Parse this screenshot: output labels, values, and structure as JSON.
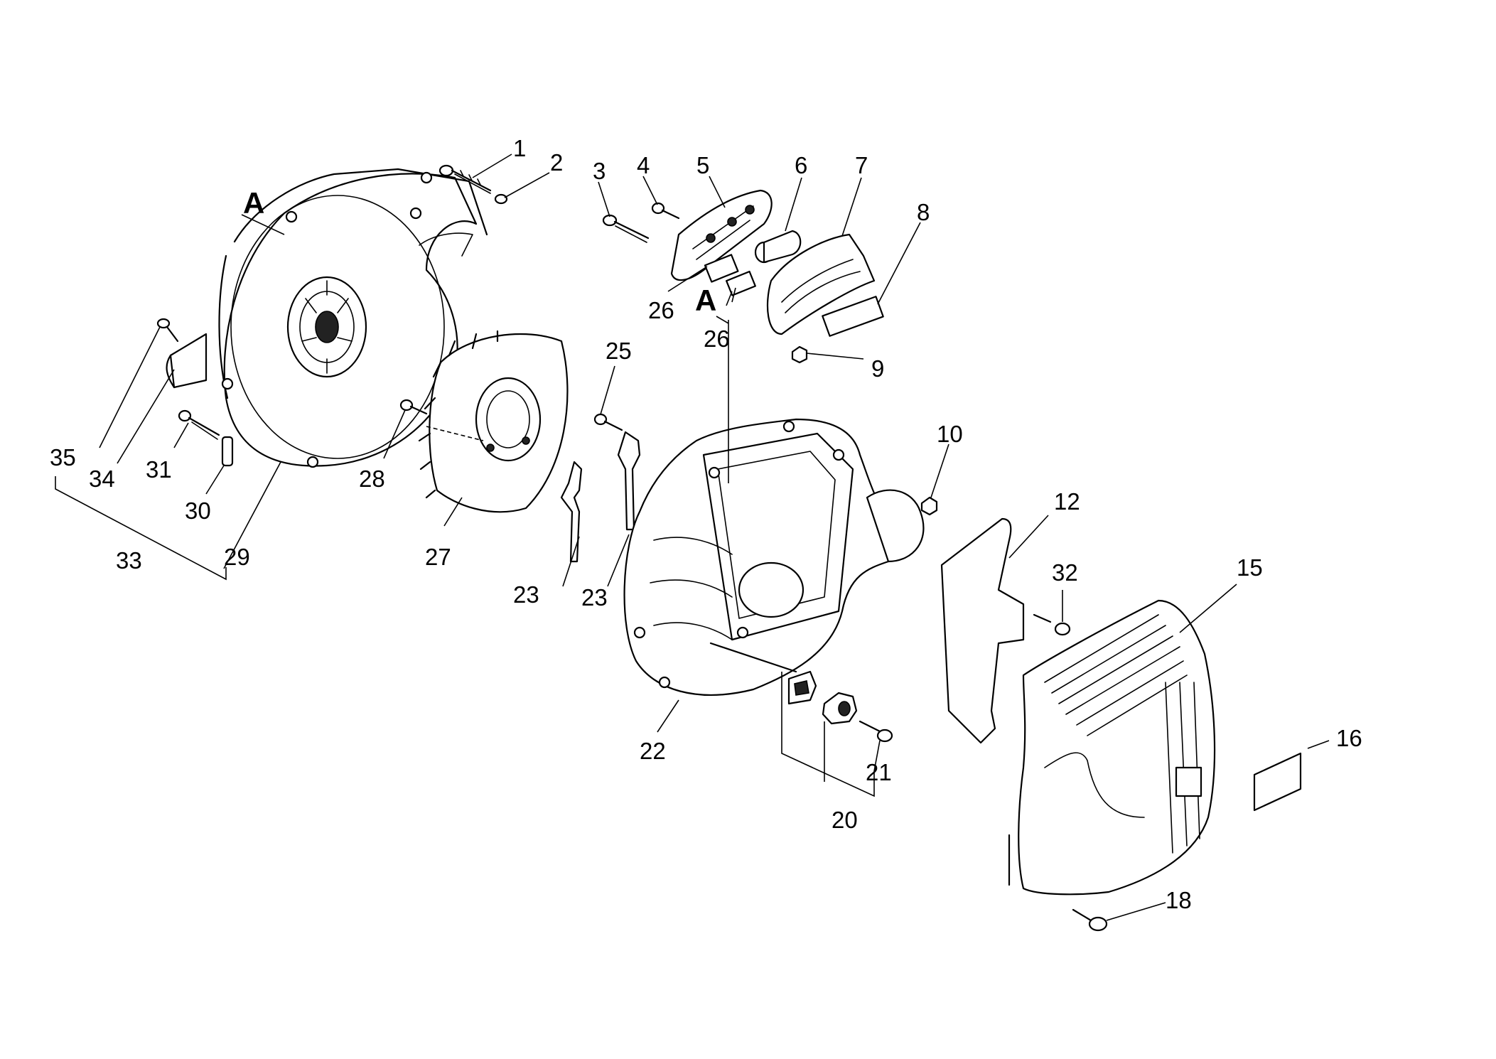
{
  "diagram": {
    "section_markers": [
      "A",
      "A"
    ],
    "callouts": [
      "1",
      "2",
      "3",
      "4",
      "5",
      "6",
      "7",
      "8",
      "9",
      "10",
      "12",
      "15",
      "16",
      "18",
      "20",
      "21",
      "22",
      "23",
      "23",
      "25",
      "26",
      "26",
      "27",
      "28",
      "29",
      "30",
      "31",
      "32",
      "33",
      "34",
      "35"
    ]
  }
}
